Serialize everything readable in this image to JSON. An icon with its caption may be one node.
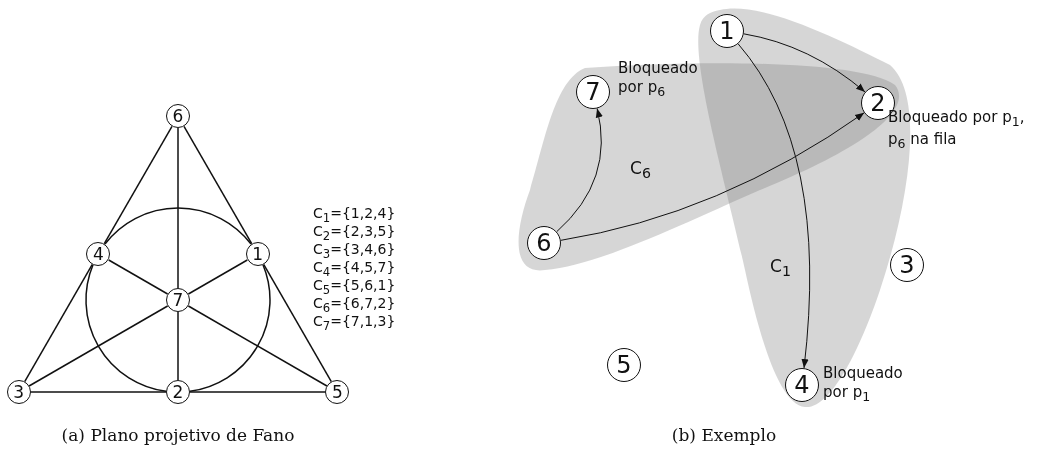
{
  "diagram": {
    "nodes": [
      {
        "text": [
          "6"
        ]
      },
      {
        "text": [
          "4"
        ]
      },
      {
        "text": [
          "1"
        ]
      },
      {
        "text": [
          "7"
        ]
      },
      {
        "text": [
          "3"
        ]
      },
      {
        "text": [
          "2"
        ]
      },
      {
        "text": [
          "5"
        ]
      },
      {
        "text": [
          "C$_{6}$"
        ]
      },
      {
        "text": [
          "C$_{1}$"
        ]
      },
      {
        "text": [
          "1"
        ],
        "in": 8
      },
      {
        "text": [
          "7"
        ],
        "in": 7,
        "beside": [
          "Bloqueado por p$_{6}$"
        ]
      },
      {
        "text": [
          "2"
        ],
        "beside": [
          "Bloqueado por p$_{1}$, p$_{6}$ na fila"
        ]
      },
      {
        "text": [
          "6"
        ],
        "in": 7
      },
      {
        "text": [
          "3"
        ]
      },
      {
        "text": [
          "5"
        ]
      },
      {
        "text": [
          "4"
        ],
        "in": 8,
        "beside": [
          "Bloqueado por p$_{1}$"
        ]
      }
    ],
    "edges": [
      {
        "from": 0,
        "to": 1,
        "arrow": "none"
      },
      {
        "from": 0,
        "to": 3,
        "arrow": "none"
      },
      {
        "from": 0,
        "to": 2,
        "arrow": "none"
      },
      {
        "from": 1,
        "to": 3,
        "arrow": "none"
      },
      {
        "from": 3,
        "to": 2,
        "arrow": "none"
      },
      {
        "from": 1,
        "to": 4,
        "arrow": "none"
      },
      {
        "from": 3,
        "to": 4,
        "arrow": "none"
      },
      {
        "from": 3,
        "to": 5,
        "arrow": "none"
      },
      {
        "from": 3,
        "to": 6,
        "arrow": "none"
      },
      {
        "from": 2,
        "to": 6,
        "arrow": "none"
      },
      {
        "from": 4,
        "to": 5,
        "arrow": "none"
      },
      {
        "from": 5,
        "to": 6,
        "arrow": "none"
      },
      {
        "from": 1,
        "to": 2,
        "arrow": "none"
      },
      {
        "from": 2,
        "to": 5,
        "arrow": "none"
      },
      {
        "from": 5,
        "to": 1,
        "arrow": "none"
      },
      {
        "from": 9,
        "to": 11,
        "arrow": "to"
      },
      {
        "from": 9,
        "to": 15,
        "arrow": "to"
      },
      {
        "from": 12,
        "to": 10,
        "arrow": "to"
      },
      {
        "from": 12,
        "to": 11,
        "arrow": "to"
      }
    ],
    "labels": [
      "C$_{1}$={1,2,4}",
      "C$_{2}$={2,3,5}",
      "C$_{3}$={3,4,6}",
      "C$_{4}$={4,5,7}",
      "C$_{5}$={5,6,1}",
      "C$_{6}$={6,7,2}",
      "C$_{7}$={7,1,3}",
      "(a) Plano projetivo de Fano",
      "(b) Exemplo"
    ]
  }
}
